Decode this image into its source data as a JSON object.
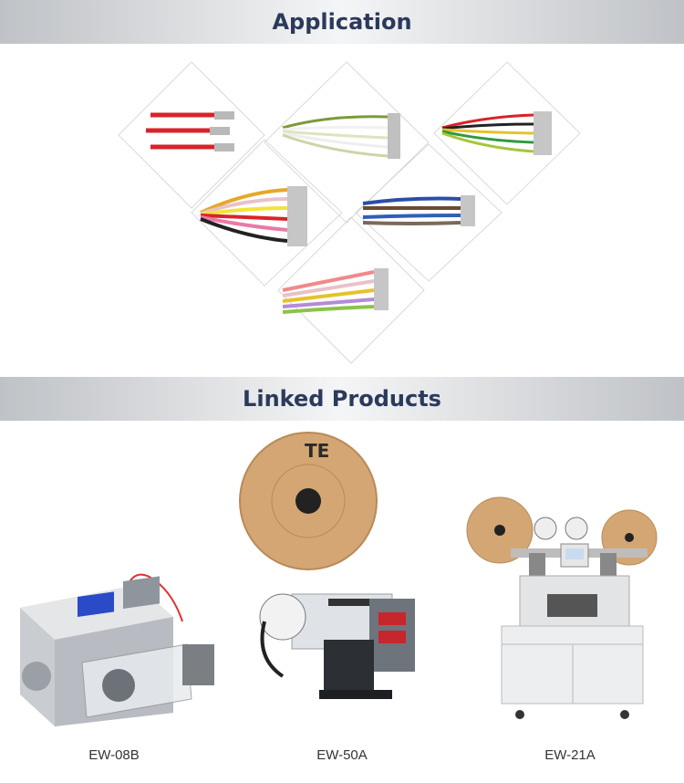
{
  "application": {
    "title": "Application"
  },
  "linked_products": {
    "title": "Linked Products",
    "items": [
      {
        "name": "EW-08B"
      },
      {
        "name": "EW-50A"
      },
      {
        "name": "EW-21A"
      }
    ]
  },
  "reel_logo_text": "TE"
}
